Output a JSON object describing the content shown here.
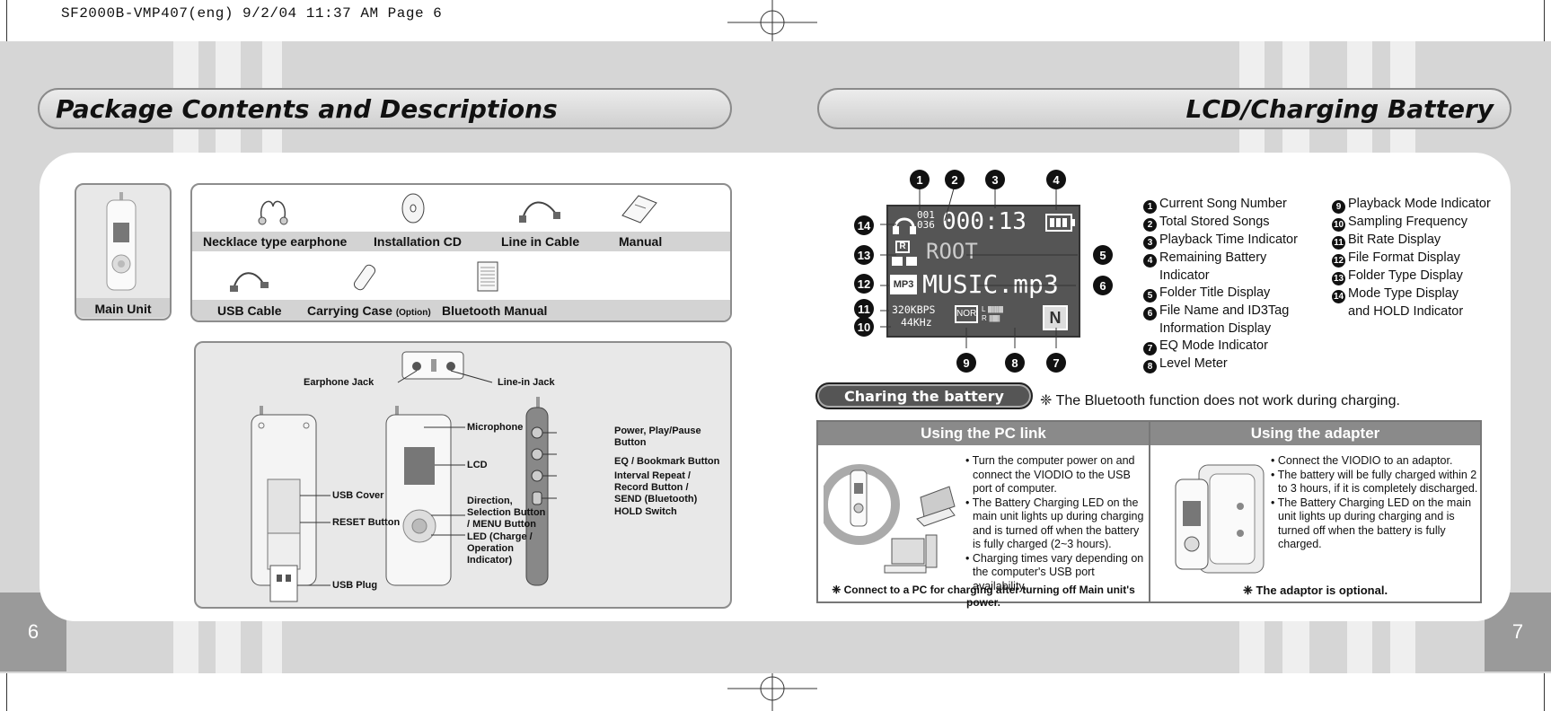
{
  "print_header": "SF2000B-VMP407(eng)  9/2/04 11:37 AM  Page 6",
  "pages": {
    "left": "6",
    "right": "7"
  },
  "left_title": "Package Contents and Descriptions",
  "right_title": "LCD/Charging Battery",
  "main_unit": {
    "label": "Main Unit"
  },
  "package_items_row1": [
    "Necklace type earphone",
    "Installation CD",
    "Line in Cable",
    "Manual"
  ],
  "package_items_row2": {
    "usb": "USB Cable",
    "case": "Carrying Case",
    "case_note": "(Option)",
    "bt_manual": "Bluetooth Manual"
  },
  "device_labels": {
    "earphone_jack": "Earphone Jack",
    "line_in_jack": "Line-in Jack",
    "microphone": "Microphone",
    "lcd": "LCD",
    "direction": "Direction,\nSelection Button\n/ MENU Button",
    "led": "LED (Charge /\nOperation\nIndicator)",
    "usb_cover": "USB Cover",
    "reset_button": "RESET Button",
    "usb_plug": "USB Plug",
    "power": "Power, Play/Pause\nButton",
    "eq": "EQ / Bookmark Button",
    "interval": "Interval Repeat /\nRecord Button /\nSEND (Bluetooth)",
    "hold": "HOLD Switch"
  },
  "lcd_screen": {
    "song_num": "001",
    "total": "036",
    "time": "000:13",
    "folder": "ROOT",
    "file_format": "MP3",
    "filename": "MUSIC.mp3",
    "bitrate": "320KBPS",
    "frequency": "44KHz",
    "eq": "NOR",
    "mode": "N",
    "left_ch": "L",
    "right_ch": "R",
    "folder_type": "R"
  },
  "callout_numbers": [
    "1",
    "2",
    "3",
    "4",
    "5",
    "6",
    "7",
    "8",
    "9",
    "10",
    "11",
    "12",
    "13",
    "14"
  ],
  "legend_left": [
    {
      "n": "1",
      "text": "Current Song Number"
    },
    {
      "n": "2",
      "text": "Total Stored Songs"
    },
    {
      "n": "3",
      "text": "Playback Time Indicator"
    },
    {
      "n": "4",
      "text": "Remaining Battery"
    },
    {
      "n": "",
      "text": "Indicator"
    },
    {
      "n": "5",
      "text": "Folder Title Display"
    },
    {
      "n": "6",
      "text": "File Name and ID3Tag"
    },
    {
      "n": "",
      "text": "Information Display"
    },
    {
      "n": "7",
      "text": "EQ Mode Indicator"
    },
    {
      "n": "8",
      "text": "Level Meter"
    }
  ],
  "legend_right": [
    {
      "n": "9",
      "text": "Playback Mode Indicator"
    },
    {
      "n": "10",
      "text": "Sampling Frequency"
    },
    {
      "n": "11",
      "text": "Bit Rate Display"
    },
    {
      "n": "12",
      "text": "File Format Display"
    },
    {
      "n": "13",
      "text": "Folder Type Display"
    },
    {
      "n": "14",
      "text": "Mode Type Display"
    },
    {
      "n": "",
      "text": "and HOLD Indicator"
    }
  ],
  "charging": {
    "badge": "Charing the battery",
    "note": "❈ The Bluetooth function does not work during charging.",
    "pc_header": "Using the PC link",
    "adapter_header": "Using the adapter",
    "pc_bullets": [
      "• Turn the computer power on and connect the VIODIO to the USB port of computer.",
      "• The Battery Charging LED on the main unit lights up during charging and is turned off when the battery is fully charged (2~3 hours).",
      "• Charging times vary depending on the computer's USB port availability."
    ],
    "adapter_bullets": [
      "• Connect the VIODIO to an adaptor.",
      "• The battery will be fully charged within 2 to 3 hours, if it is completely discharged.",
      "• The Battery Charging LED on the main unit lights up during charging and is turned off when the battery is fully charged."
    ],
    "pc_footer": "❈ Connect to a PC for charging after turning off Main unit's power.",
    "adapter_footer": "❈ The adaptor is optional."
  }
}
